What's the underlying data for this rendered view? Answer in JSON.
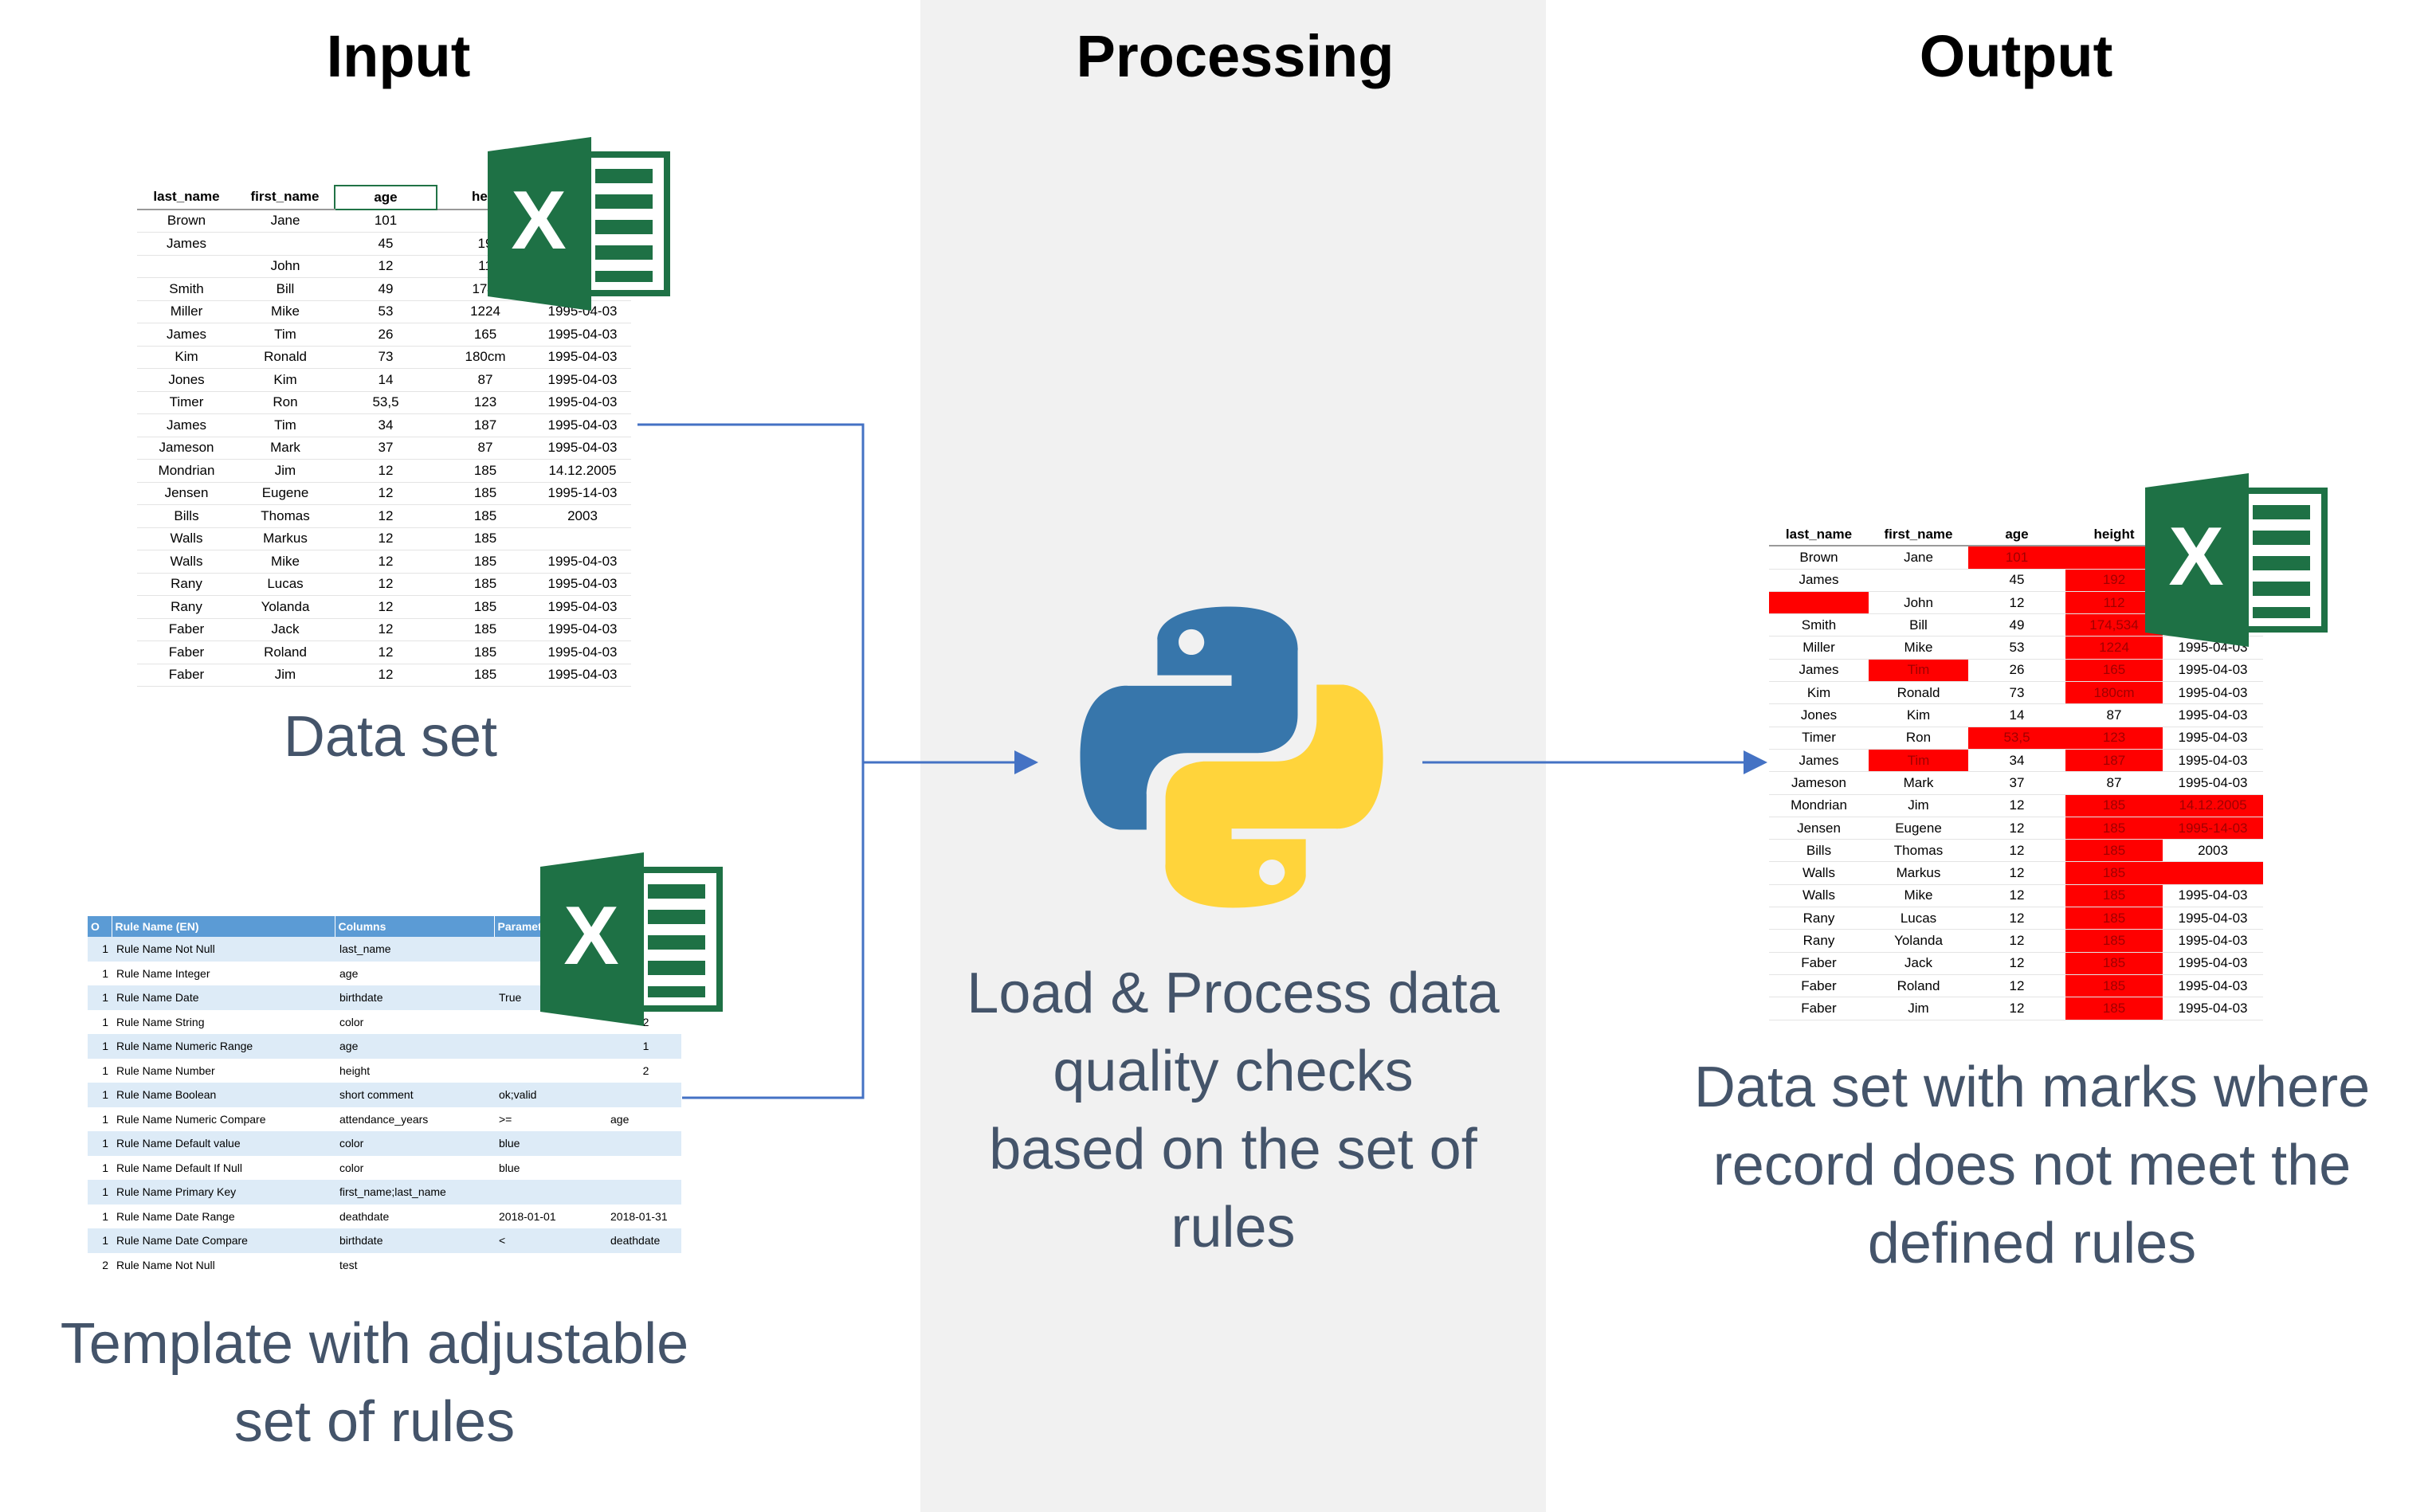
{
  "headings": {
    "input": "Input",
    "processing": "Processing",
    "output": "Output"
  },
  "captions": {
    "dataset": "Data set",
    "template": [
      "Template with adjustable",
      "set of rules"
    ],
    "processing": [
      "Load & Process data",
      "quality checks",
      "based on the set of",
      "rules"
    ],
    "output": [
      "Data set with marks where",
      "record does not meet the",
      "defined rules"
    ]
  },
  "icons": {
    "excel": "excel-icon",
    "python": "python-logo-icon"
  },
  "colors": {
    "panel_bg": "#f1f1f1",
    "caption": "#44546a",
    "error_mark": "#ff0000",
    "excel_green": "#217346",
    "python_blue": "#3776ab",
    "python_yellow": "#ffd43b",
    "arrow": "#4472c4",
    "table_header": "#5b9bd5",
    "table_band": "#ddebf7"
  },
  "dataset": {
    "columns": [
      "last_name",
      "first_name",
      "age",
      "heig"
    ],
    "rows": [
      [
        "Brown",
        "Jane",
        "101",
        "",
        ""
      ],
      [
        "James",
        "",
        "45",
        "19",
        ""
      ],
      [
        "",
        "John",
        "12",
        "11",
        ""
      ],
      [
        "Smith",
        "Bill",
        "49",
        "174,",
        ""
      ],
      [
        "Miller",
        "Mike",
        "53",
        "1224",
        "1995-04-03"
      ],
      [
        "James",
        "Tim",
        "26",
        "165",
        "1995-04-03"
      ],
      [
        "Kim",
        "Ronald",
        "73",
        "180cm",
        "1995-04-03"
      ],
      [
        "Jones",
        "Kim",
        "14",
        "87",
        "1995-04-03"
      ],
      [
        "Timer",
        "Ron",
        "53,5",
        "123",
        "1995-04-03"
      ],
      [
        "James",
        "Tim",
        "34",
        "187",
        "1995-04-03"
      ],
      [
        "Jameson",
        "Mark",
        "37",
        "87",
        "1995-04-03"
      ],
      [
        "Mondrian",
        "Jim",
        "12",
        "185",
        "14.12.2005"
      ],
      [
        "Jensen",
        "Eugene",
        "12",
        "185",
        "1995-14-03"
      ],
      [
        "Bills",
        "Thomas",
        "12",
        "185",
        "2003"
      ],
      [
        "Walls",
        "Markus",
        "12",
        "185",
        ""
      ],
      [
        "Walls",
        "Mike",
        "12",
        "185",
        "1995-04-03"
      ],
      [
        "Rany",
        "Lucas",
        "12",
        "185",
        "1995-04-03"
      ],
      [
        "Rany",
        "Yolanda",
        "12",
        "185",
        "1995-04-03"
      ],
      [
        "Faber",
        "Jack",
        "12",
        "185",
        "1995-04-03"
      ],
      [
        "Faber",
        "Roland",
        "12",
        "185",
        "1995-04-03"
      ],
      [
        "Faber",
        "Jim",
        "12",
        "185",
        "1995-04-03"
      ]
    ]
  },
  "rules": {
    "columns": [
      "O",
      "Rule Name (EN)",
      "Columns",
      "Parameter 1",
      ""
    ],
    "rows": [
      [
        "1",
        "Rule Name Not Null",
        "last_name",
        "",
        ""
      ],
      [
        "1",
        "Rule Name Integer",
        "age",
        "",
        ""
      ],
      [
        "1",
        "Rule Name Date",
        "birthdate",
        "True",
        ""
      ],
      [
        "1",
        "Rule Name String",
        "color",
        "",
        "2"
      ],
      [
        "1",
        "Rule Name Numeric Range",
        "age",
        "",
        "1"
      ],
      [
        "1",
        "Rule Name Number",
        "height",
        "",
        "2"
      ],
      [
        "1",
        "Rule Name Boolean",
        "short comment",
        "ok;valid",
        ""
      ],
      [
        "1",
        "Rule Name Numeric Compare",
        "attendance_years",
        ">=",
        "age"
      ],
      [
        "1",
        "Rule Name Default value",
        "color",
        "blue",
        ""
      ],
      [
        "1",
        "Rule Name Default If Null",
        "color",
        "blue",
        ""
      ],
      [
        "1",
        "Rule Name Primary Key",
        "first_name;last_name",
        "",
        ""
      ],
      [
        "1",
        "Rule Name Date Range",
        "deathdate",
        "2018-01-01",
        "2018-01-31"
      ],
      [
        "1",
        "Rule Name Date Compare",
        "birthdate",
        "<",
        "deathdate"
      ],
      [
        "2",
        "Rule Name Not Null",
        "test",
        "",
        ""
      ]
    ]
  },
  "output": {
    "columns": [
      "last_name",
      "first_name",
      "age",
      "height",
      ""
    ],
    "rows": [
      {
        "cells": [
          "Brown",
          "Jane",
          "101",
          "",
          ""
        ],
        "bad": [
          2,
          3
        ]
      },
      {
        "cells": [
          "James",
          "",
          "45",
          "192",
          ""
        ],
        "bad": [
          3
        ]
      },
      {
        "cells": [
          "",
          "John",
          "12",
          "112",
          ""
        ],
        "bad": [
          0,
          3
        ]
      },
      {
        "cells": [
          "Smith",
          "Bill",
          "49",
          "174,534",
          ""
        ],
        "bad": [
          3
        ]
      },
      {
        "cells": [
          "Miller",
          "Mike",
          "53",
          "1224",
          "1995-04-03"
        ],
        "bad": [
          3
        ]
      },
      {
        "cells": [
          "James",
          "Tim",
          "26",
          "165",
          "1995-04-03"
        ],
        "bad": [
          1,
          3
        ]
      },
      {
        "cells": [
          "Kim",
          "Ronald",
          "73",
          "180cm",
          "1995-04-03"
        ],
        "bad": [
          3
        ]
      },
      {
        "cells": [
          "Jones",
          "Kim",
          "14",
          "87",
          "1995-04-03"
        ],
        "bad": []
      },
      {
        "cells": [
          "Timer",
          "Ron",
          "53,5",
          "123",
          "1995-04-03"
        ],
        "bad": [
          2,
          3
        ]
      },
      {
        "cells": [
          "James",
          "Tim",
          "34",
          "187",
          "1995-04-03"
        ],
        "bad": [
          1,
          3
        ]
      },
      {
        "cells": [
          "Jameson",
          "Mark",
          "37",
          "87",
          "1995-04-03"
        ],
        "bad": []
      },
      {
        "cells": [
          "Mondrian",
          "Jim",
          "12",
          "185",
          "14.12.2005"
        ],
        "bad": [
          3,
          4
        ]
      },
      {
        "cells": [
          "Jensen",
          "Eugene",
          "12",
          "185",
          "1995-14-03"
        ],
        "bad": [
          3,
          4
        ]
      },
      {
        "cells": [
          "Bills",
          "Thomas",
          "12",
          "185",
          "2003"
        ],
        "bad": [
          3
        ]
      },
      {
        "cells": [
          "Walls",
          "Markus",
          "12",
          "185",
          ""
        ],
        "bad": [
          3,
          4
        ]
      },
      {
        "cells": [
          "Walls",
          "Mike",
          "12",
          "185",
          "1995-04-03"
        ],
        "bad": [
          3
        ]
      },
      {
        "cells": [
          "Rany",
          "Lucas",
          "12",
          "185",
          "1995-04-03"
        ],
        "bad": [
          3
        ]
      },
      {
        "cells": [
          "Rany",
          "Yolanda",
          "12",
          "185",
          "1995-04-03"
        ],
        "bad": [
          3
        ]
      },
      {
        "cells": [
          "Faber",
          "Jack",
          "12",
          "185",
          "1995-04-03"
        ],
        "bad": [
          3
        ]
      },
      {
        "cells": [
          "Faber",
          "Roland",
          "12",
          "185",
          "1995-04-03"
        ],
        "bad": [
          3
        ]
      },
      {
        "cells": [
          "Faber",
          "Jim",
          "12",
          "185",
          "1995-04-03"
        ],
        "bad": [
          3
        ]
      }
    ]
  }
}
